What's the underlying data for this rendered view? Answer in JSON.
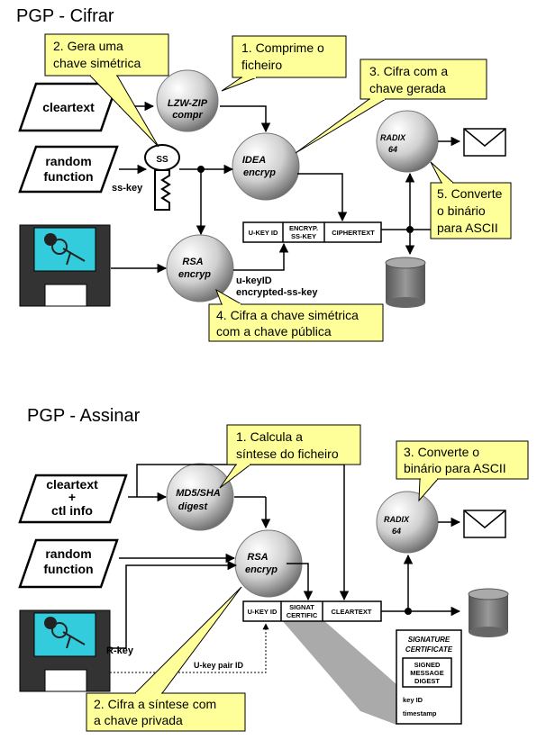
{
  "top": {
    "title": "PGP - Cifrar",
    "inputs": {
      "cleartext": "cleartext",
      "random1": "random",
      "random2": "function"
    },
    "ss_key_label": "ss-key",
    "key_text": "SS",
    "spheres": {
      "lzw1": "LZW-ZIP",
      "lzw2": "compr",
      "idea1": "IDEA",
      "idea2": "encryp",
      "rsa1": "RSA",
      "rsa2": "encryp",
      "radix1": "RADIX",
      "radix2": "64"
    },
    "packet": {
      "ukey": "U-KEY ID",
      "encryp1": "ENCRYP.",
      "encryp2": "SS-KEY",
      "cipher": "CIPHERTEXT"
    },
    "rsa_labels": {
      "ukeyid": "u-keyID",
      "encss": "encrypted-ss-key"
    },
    "callouts": {
      "c2a": "2. Gera uma",
      "c2b": "chave simétrica",
      "c1a": "1. Comprime o",
      "c1b": "ficheiro",
      "c3a": "3. Cifra com a",
      "c3b": "chave gerada",
      "c5a": "5. Converte",
      "c5b": "o binário",
      "c5c": "para ASCII",
      "c4a": "4. Cifra a chave simétrica",
      "c4b": "com a chave pública"
    }
  },
  "bottom": {
    "title": "PGP - Assinar",
    "inputs": {
      "clear1": "cleartext",
      "clear2": "+",
      "clear3": "ctl info",
      "random1": "random",
      "random2": "function"
    },
    "rkey_label": "R-key",
    "pair_label": "U-key pair ID",
    "spheres": {
      "md51": "MD5/SHA",
      "md52": "digest",
      "rsa1": "RSA",
      "rsa2": "encryp",
      "radix1": "RADIX",
      "radix2": "64"
    },
    "packet": {
      "ukey": "U-KEY ID",
      "sig1": "SIGNAT",
      "sig2": "CERTIFIC",
      "clear": "CLEARTEXT"
    },
    "certificate": {
      "t1": "SIGNATURE",
      "t2": "CERTIFICATE",
      "s1": "SIGNED",
      "s2": "MESSAGE",
      "s3": "DIGEST",
      "keyid": "key ID",
      "timestamp": "timestamp"
    },
    "callouts": {
      "c1a": "1. Calcula a",
      "c1b": "síntese do ficheiro",
      "c3a": "3. Converte o",
      "c3b": "binário para ASCII",
      "c2a": "2. Cifra a síntese com",
      "c2b": "a chave privada"
    }
  },
  "colors": {
    "callout": "#ffff99",
    "disk": "#333333",
    "screen": "#33ccdd",
    "cylinder": "#777777"
  }
}
